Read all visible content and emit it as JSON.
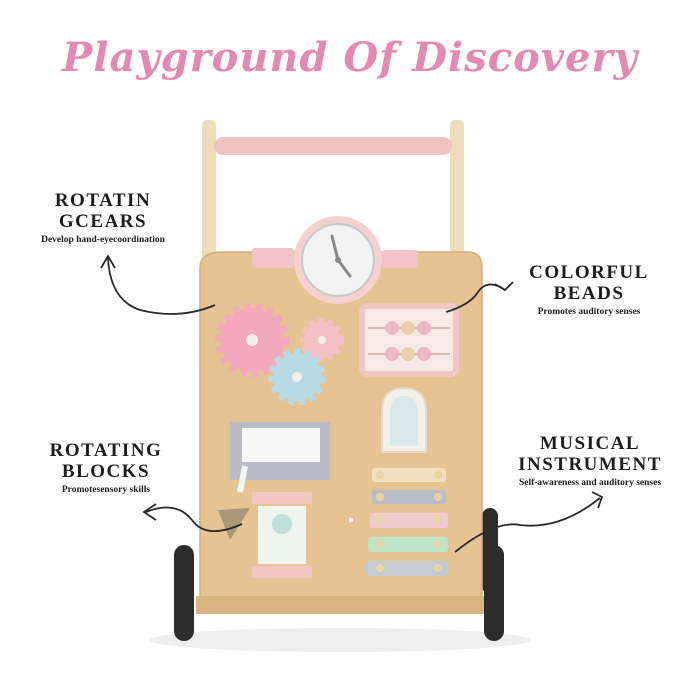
{
  "title": "Playground Of Discovery",
  "features": {
    "gears": {
      "head_line1": "ROTATIN",
      "head_line2": "GCEARS",
      "sub": "Develop hand-eyecoordination"
    },
    "beads": {
      "head_line1": "COLORFUL",
      "head_line2": "BEADS",
      "sub": "Promotes auditory senses"
    },
    "blocks": {
      "head_line1": "ROTATING",
      "head_line2": "BLOCKS",
      "sub": "Promotesensory skills"
    },
    "musical": {
      "head_line1": "MUSICAL",
      "head_line2": "INSTRUMENT",
      "sub": "Self-awareness and auditory senses"
    }
  },
  "colors": {
    "title": "#e48ab2",
    "wood": "#e8c89a",
    "pink": "#f2b8c6",
    "blue": "#a9d4e2",
    "green": "#a9dbb8",
    "grey": "#9ea4ae"
  }
}
